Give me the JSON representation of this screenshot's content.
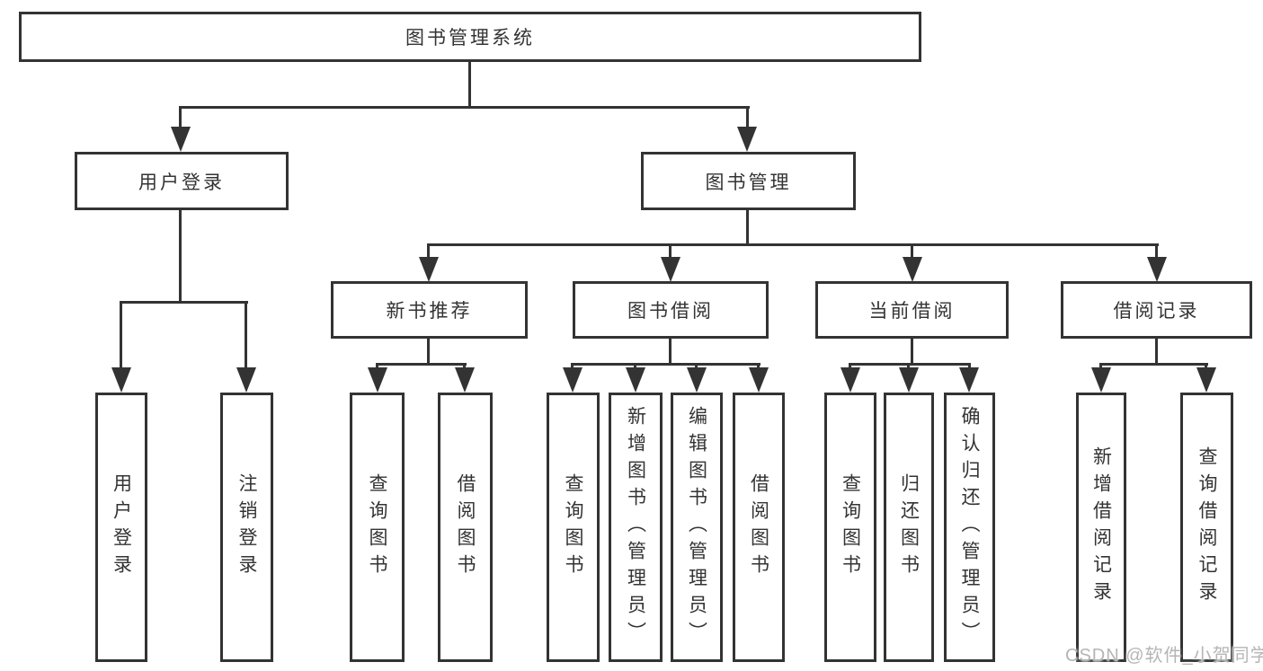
{
  "colors": {
    "line": "#333333",
    "text": "#333333",
    "box_bg": "#ffffff",
    "watermark": "#b5b5b5"
  },
  "watermark": "CSDN @软件_小贺同学",
  "tree": {
    "root": "图书管理系统",
    "branches": [
      {
        "label": "用户登录",
        "children": [
          "用户登录",
          "注销登录"
        ]
      },
      {
        "label": "图书管理",
        "sections": [
          {
            "label": "新书推荐",
            "children": [
              "查询图书",
              "借阅图书"
            ]
          },
          {
            "label": "图书借阅",
            "children": [
              "查询图书",
              "新增图书（管理员）",
              "编辑图书（管理员）",
              "借阅图书"
            ]
          },
          {
            "label": "当前借阅",
            "children": [
              "查询图书",
              "归还图书",
              "确认归还（管理员）"
            ]
          },
          {
            "label": "借阅记录",
            "children": [
              "新增借阅记录",
              "查询借阅记录"
            ]
          }
        ]
      }
    ]
  }
}
